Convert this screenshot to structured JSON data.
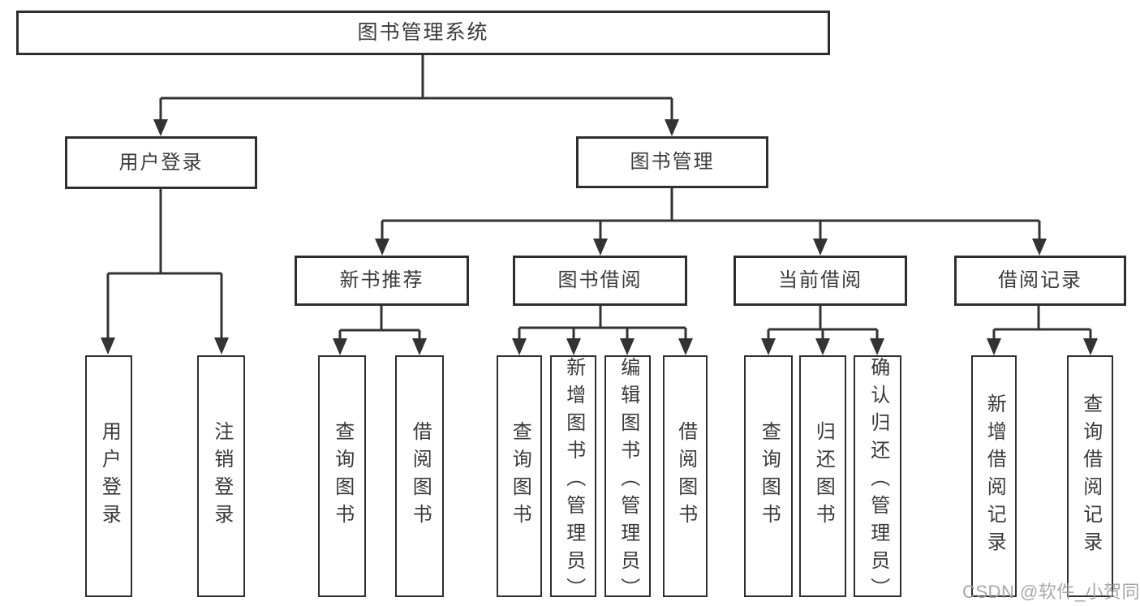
{
  "nodes": {
    "root": "图书管理系统",
    "user_login": "用户登录",
    "book_mgmt": "图书管理",
    "new_book_rec": "新书推荐",
    "book_borrow": "图书借阅",
    "current_borrow": "当前借阅",
    "borrow_record": "借阅记录",
    "ul_user_login": "用户登录",
    "ul_logout": "注销登录",
    "nbr_query": "查询图书",
    "nbr_borrow": "借阅图书",
    "bb_query": "查询图书",
    "bb_add": "新增图书（管理员）",
    "bb_edit": "编辑图书（管理员）",
    "bb_borrow": "借阅图书",
    "cb_query": "查询图书",
    "cb_return": "归还图书",
    "cb_confirm": "确认归还（管理员）",
    "br_add": "新增借阅记录",
    "br_query": "查询借阅记录"
  },
  "hierarchy": {
    "图书管理系统": {
      "用户登录": [
        "用户登录",
        "注销登录"
      ],
      "图书管理": {
        "新书推荐": [
          "查询图书",
          "借阅图书"
        ],
        "图书借阅": [
          "查询图书",
          "新增图书（管理员）",
          "编辑图书（管理员）",
          "借阅图书"
        ],
        "当前借阅": [
          "查询图书",
          "归还图书",
          "确认归还（管理员）"
        ],
        "借阅记录": [
          "新增借阅记录",
          "查询借阅记录"
        ]
      }
    }
  },
  "watermark": {
    "text": "CSDN @软件_小贺同学"
  },
  "colors": {
    "line": "#333333",
    "border": "#2e2e2e",
    "text": "#3a3a3a",
    "watermark": "#9e9e9e",
    "background": "#ffffff"
  }
}
